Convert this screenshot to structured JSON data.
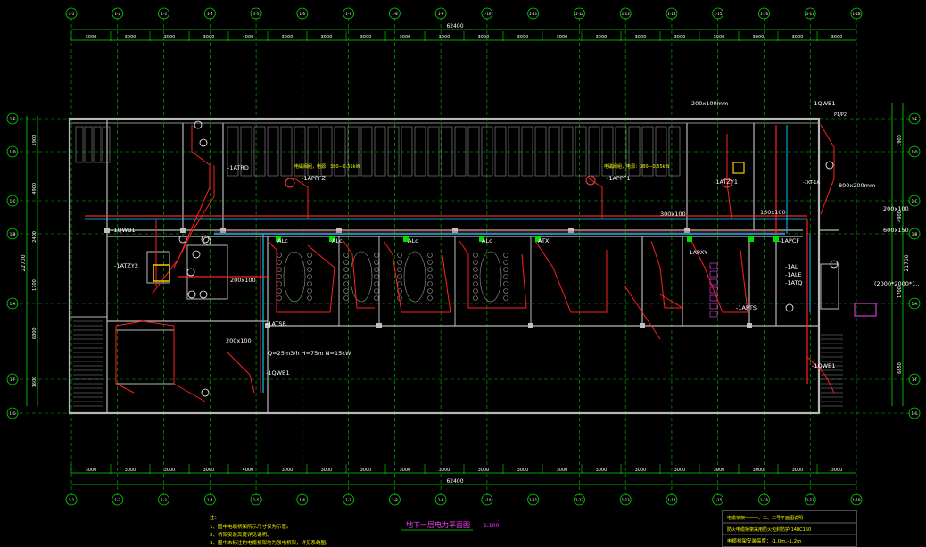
{
  "drawing": {
    "title": "地下一层电力平面图",
    "scale": "1:100",
    "overall_dimension": "62400",
    "column_axes": [
      "1-1",
      "1-2",
      "1-3",
      "1-4",
      "1-5",
      "1-6",
      "1-7",
      "1-8",
      "1-9",
      "1-10",
      "1-11",
      "1-12",
      "1-13",
      "1-14",
      "1-15",
      "1-16",
      "1-17",
      "1-18"
    ],
    "row_axes": [
      "1-E",
      "1-D",
      "1-C",
      "1-B",
      "1-A",
      "1-F",
      "1-G"
    ],
    "top_dims": [
      "3000",
      "3000",
      "3000",
      "3000",
      "4000",
      "3000",
      "3000",
      "3000",
      "3000",
      "3000",
      "3000",
      "3000",
      "3000",
      "3000",
      "3000",
      "3000",
      "3000",
      "3000",
      "3000",
      "3000"
    ],
    "bottom_dims": [
      "3000",
      "3000",
      "3000",
      "3000",
      "4000",
      "3000",
      "3000",
      "3000",
      "3000",
      "3000",
      "3000",
      "3000",
      "3000",
      "3000",
      "3000",
      "3000",
      "3000",
      "3000",
      "3000",
      "3000"
    ],
    "left_dims": [
      "1900",
      "4900",
      "2400",
      "1700",
      "6300",
      "1600"
    ],
    "left_total": "22700",
    "right_dims": [
      "1900",
      "4900",
      "1700",
      "6650"
    ],
    "right_total": "21700"
  },
  "labels": {
    "atrd": "-1ATRD",
    "appfz": "-1APPFZ",
    "appfz_spec": "电磁阀组，电源：380—0.55kW",
    "appf1": "-1APPF1",
    "appf1_spec": "电磁阀组，电源：380—0.55kW",
    "atzy1": "-1ATZY1",
    "qwb1_top": "-1QWB1",
    "qwb1_left": "-1QWB1",
    "qwb1_bottom": "-1QWB1",
    "qwb1_mid": "-1QWB1",
    "atzy2": "-1ATZY2",
    "apxy": "-1APXY",
    "apts": "-1APTS",
    "apcf": "-1APCF",
    "al": "-1AL",
    "ale": "-1ALE",
    "atq": "-1ATQ",
    "atsr": "-1ATSR",
    "alc1": "ALc",
    "alc2": "ALc",
    "alc3": "ALc",
    "alc4": "ALc",
    "atx": "ATX",
    "tray_200x100_top": "200x100mm",
    "tray_800x200": "800x200mm",
    "tray_300x100": "300x100",
    "tray_150x100": "150x100",
    "tray_200x100_left": "200x100",
    "tray_200x100_mid": "200x100",
    "tray_200x100_right": "200x100",
    "tray_600x150": "600x150",
    "pit": "(2000*2000*1..",
    "pump_spec": "Q=25m3/h H=75m N=15kW",
    "p1p2": "P1/P2",
    "kt": "-1KT-1A"
  },
  "notes": {
    "header": "注：",
    "n1": "1、图中电缆桥架所示尺寸仅为示意。",
    "n2": "2、桥架安装高度详见说明。",
    "n3": "3、图中未标注的电缆桥架均为强电桥架，详见系统图。"
  },
  "title_block": {
    "r1": "电缆桥架一一一、二、三号平面图说明",
    "r2": "防火电缆桥架采用防火包封防护 14RC150",
    "r3": "电缆桥架安装高度：-1.0m,-1.2m"
  },
  "colors": {
    "wall": "#b0b0b0",
    "axis": "#00e000",
    "power": "#ff2020",
    "cable": "#00d0ff",
    "label": "#ffff00",
    "magenta": "#ff40ff"
  }
}
